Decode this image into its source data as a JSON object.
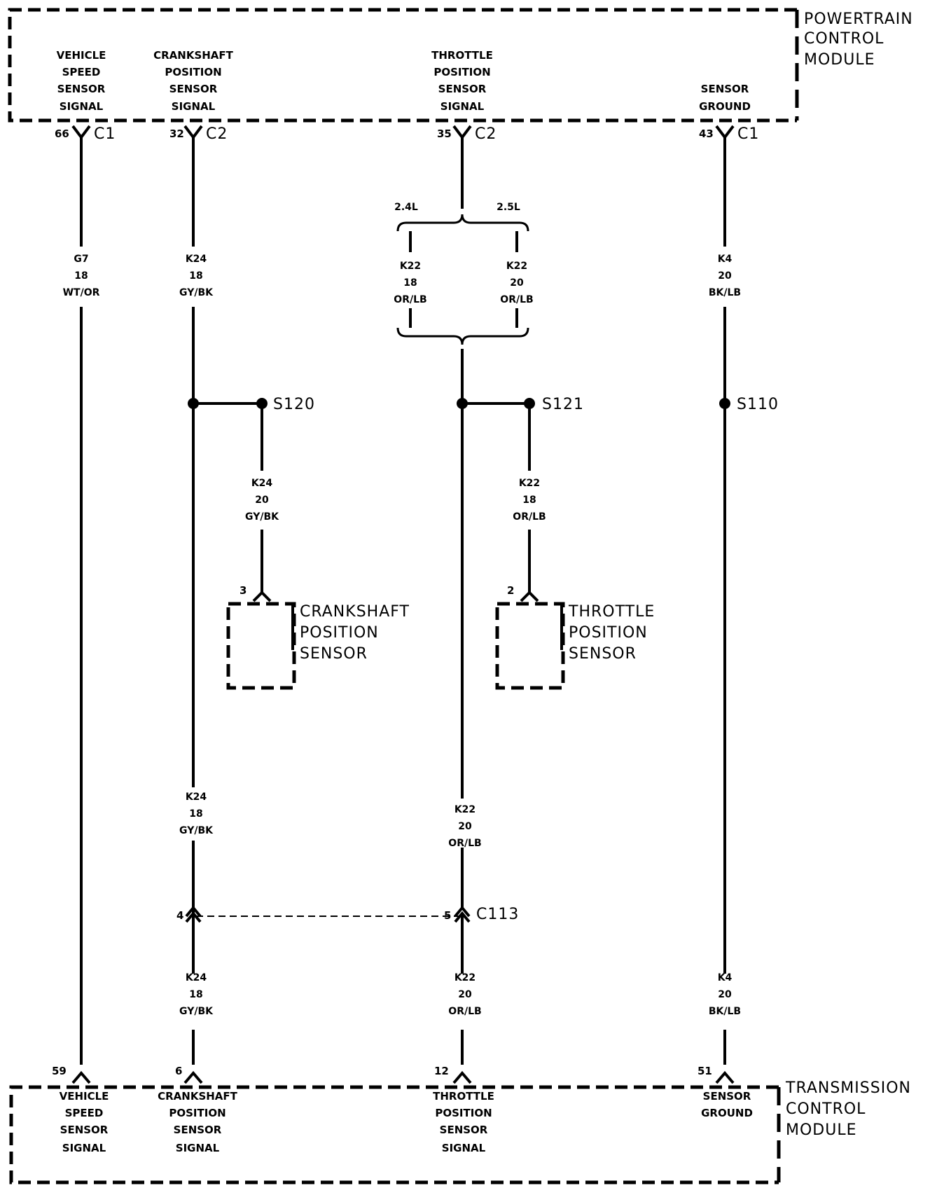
{
  "pcm": {
    "name": [
      "POWERTRAIN",
      "CONTROL",
      "MODULE"
    ],
    "pins": [
      {
        "label": [
          "VEHICLE",
          "SPEED",
          "SENSOR",
          "SIGNAL"
        ],
        "pin": "66",
        "connector": "C1"
      },
      {
        "label": [
          "CRANKSHAFT",
          "POSITION",
          "SENSOR",
          "SIGNAL"
        ],
        "pin": "32",
        "connector": "C2"
      },
      {
        "label": [
          "THROTTLE",
          "POSITION",
          "SENSOR",
          "SIGNAL"
        ],
        "pin": "35",
        "connector": "C2"
      },
      {
        "label": [
          "SENSOR",
          "GROUND"
        ],
        "pin": "43",
        "connector": "C1"
      }
    ]
  },
  "tcm": {
    "name": [
      "TRANSMISSION",
      "CONTROL",
      "MODULE"
    ],
    "pins": [
      {
        "label": [
          "VEHICLE",
          "SPEED",
          "SENSOR",
          "SIGNAL"
        ],
        "pin": "59"
      },
      {
        "label": [
          "CRANKSHAFT",
          "POSITION",
          "SENSOR",
          "SIGNAL"
        ],
        "pin": "6"
      },
      {
        "label": [
          "THROTTLE",
          "POSITION",
          "SENSOR",
          "SIGNAL"
        ],
        "pin": "12"
      },
      {
        "label": [
          "SENSOR",
          "GROUND"
        ],
        "pin": "51"
      }
    ]
  },
  "wires": {
    "vss": [
      "G7",
      "18",
      "WT/OR"
    ],
    "ckp_upper": [
      "K24",
      "18",
      "GY/BK"
    ],
    "ckp_branch": [
      "K24",
      "20",
      "GY/BK"
    ],
    "ckp_mid": [
      "K24",
      "18",
      "GY/BK"
    ],
    "ckp_lower": [
      "K24",
      "18",
      "GY/BK"
    ],
    "tps_24": [
      "K22",
      "18",
      "OR/LB"
    ],
    "tps_25": [
      "K22",
      "20",
      "OR/LB"
    ],
    "tps_branch": [
      "K22",
      "18",
      "OR/LB"
    ],
    "tps_mid": [
      "K22",
      "20",
      "OR/LB"
    ],
    "tps_lower": [
      "K22",
      "20",
      "OR/LB"
    ],
    "gnd_upper": [
      "K4",
      "20",
      "BK/LB"
    ],
    "gnd_lower": [
      "K4",
      "20",
      "BK/LB"
    ]
  },
  "engine_options": {
    "left": "2.4L",
    "right": "2.5L"
  },
  "splices": {
    "ckp": "S120",
    "tps": "S121",
    "gnd": "S110"
  },
  "sensors": {
    "crankshaft": {
      "name": [
        "CRANKSHAFT",
        "POSITION",
        "SENSOR"
      ],
      "pin": "3"
    },
    "throttle": {
      "name": [
        "THROTTLE",
        "POSITION",
        "SENSOR"
      ],
      "pin": "2"
    }
  },
  "inline_connector": {
    "name": "C113",
    "pin_left": "4",
    "pin_right": "5"
  }
}
